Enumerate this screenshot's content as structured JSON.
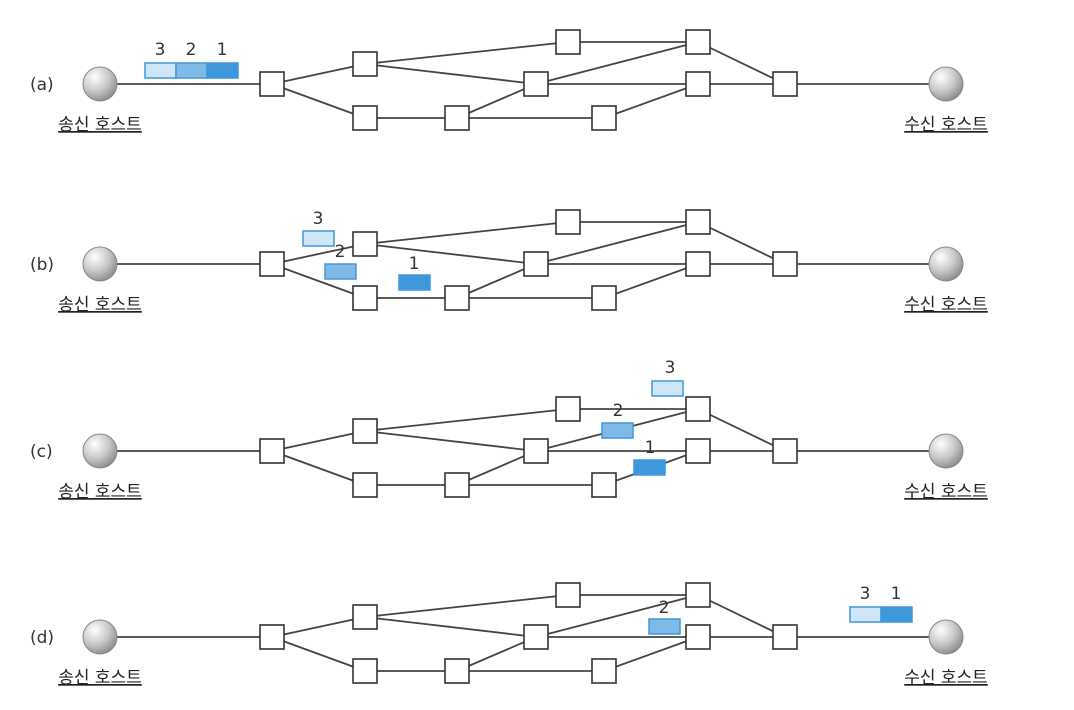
{
  "host_labels": {
    "sender": "송신 호스트",
    "receiver": "수신 호스트"
  },
  "colors": {
    "pkt1": "#3f98dc",
    "pkt2": "#7fb9e6",
    "pkt3": "#cfe6f7",
    "pkt_stroke": "#3f98dc"
  },
  "panels": [
    {
      "label": "(a)",
      "packets": [
        {
          "num": "3",
          "shade": "pkt3"
        },
        {
          "num": "2",
          "shade": "pkt2"
        },
        {
          "num": "1",
          "shade": "pkt1"
        }
      ]
    },
    {
      "label": "(b)",
      "packets": [
        {
          "num": "3",
          "shade": "pkt3"
        },
        {
          "num": "2",
          "shade": "pkt2"
        },
        {
          "num": "1",
          "shade": "pkt1"
        }
      ]
    },
    {
      "label": "(c)",
      "packets": [
        {
          "num": "3",
          "shade": "pkt3"
        },
        {
          "num": "2",
          "shade": "pkt2"
        },
        {
          "num": "1",
          "shade": "pkt1"
        }
      ]
    },
    {
      "label": "(d)",
      "packets": [
        {
          "num": "2",
          "shade": "pkt2"
        },
        {
          "num": "3",
          "shade": "pkt3"
        },
        {
          "num": "1",
          "shade": "pkt1"
        }
      ]
    }
  ]
}
